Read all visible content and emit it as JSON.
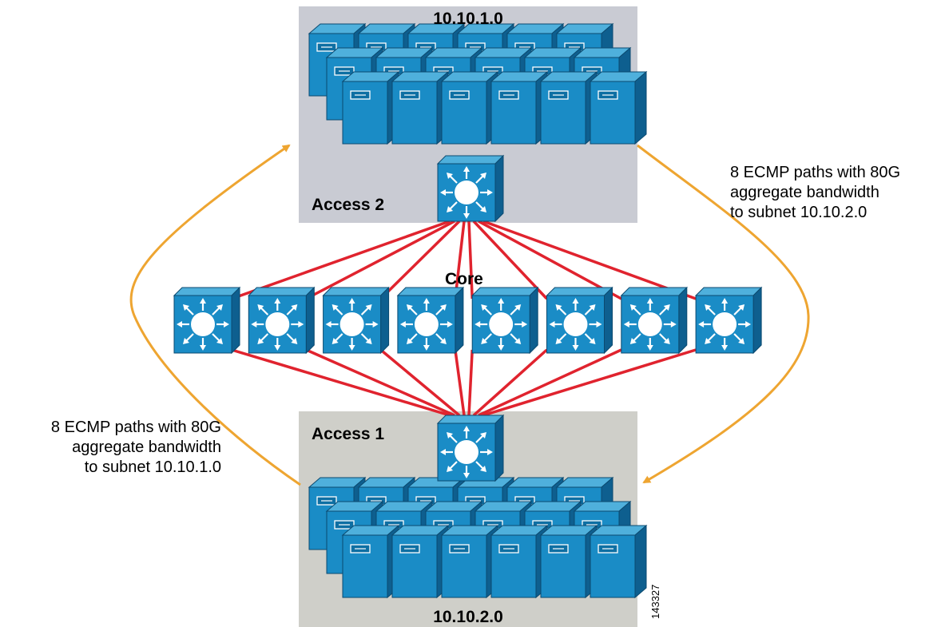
{
  "colors": {
    "access2_panel": "#C9CBD3",
    "access1_panel": "#CFCFC9",
    "link": "#E0232E",
    "ecmp_arrow": "#EEA531",
    "device_face": "#1A8CC6",
    "device_side": "#0E5F8F",
    "device_top": "#4FB0DC"
  },
  "icons": {
    "server": "server-tower-icon",
    "switch": "multilayer-switch-icon"
  },
  "access2": {
    "subnet_label": "10.10.1.0",
    "name_label": "Access 2",
    "server_count": 18
  },
  "access1": {
    "subnet_label": "10.10.2.0",
    "name_label": "Access 1",
    "server_count": 18
  },
  "core": {
    "label": "Core",
    "switch_count": 8
  },
  "ecmp_right": {
    "line1": "8 ECMP paths with 80G",
    "line2": "aggregate bandwidth",
    "line3": "to subnet 10.10.2.0"
  },
  "ecmp_left": {
    "line1": "8 ECMP paths with 80G",
    "line2": "aggregate bandwidth",
    "line3": "to subnet 10.10.1.0"
  },
  "figure_id": "143327"
}
